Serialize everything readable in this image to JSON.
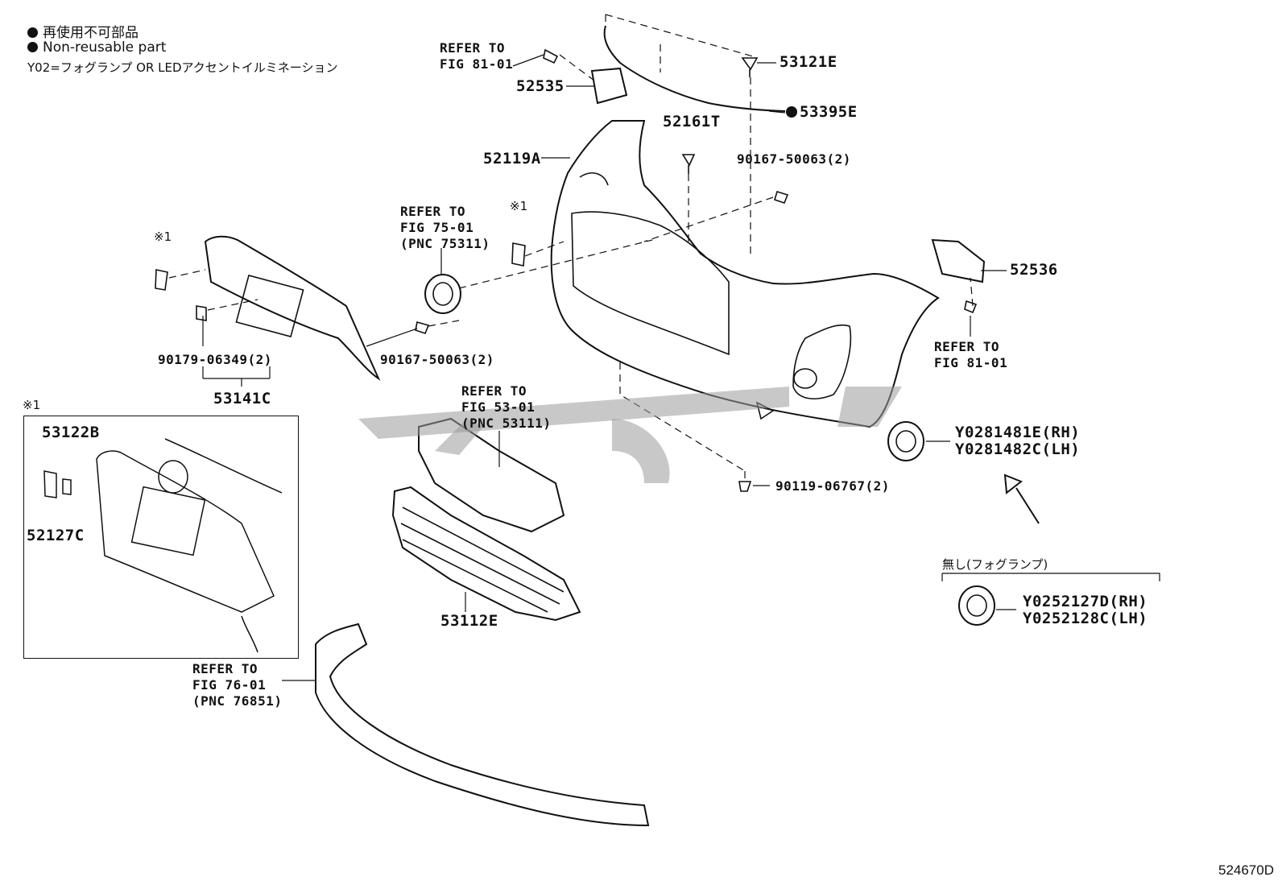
{
  "legend": {
    "line1": "再使用不可部品",
    "line2": "Non-reusable part",
    "line3": "Y02=フォグランプ OR LEDアクセントイルミネーション"
  },
  "parts": {
    "p53121E": "53121E",
    "p53395E": "53395E",
    "p52535": "52535",
    "p52161T": "52161T",
    "p52119A": "52119A",
    "p90167_top": "90167-50063(2)",
    "p52536": "52536",
    "p90179": "90179-06349(2)",
    "p90167_mid": "90167-50063(2)",
    "p53141C": "53141C",
    "p53122B": "53122B",
    "p52127C": "52127C",
    "p53112E": "53112E",
    "p90119": "90119-06767(2)",
    "pY0281481E": "Y0281481E(RH)",
    "pY0281482C": "Y0281482C(LH)",
    "pY0252127D": "Y0252127D(RH)",
    "pY0252128C": "Y0252128C(LH)"
  },
  "refs": {
    "r81_top": "REFER TO\nFIG 81-01",
    "r75": "REFER TO\nFIG 75-01\n(PNC 75311)",
    "r81_right": "REFER TO\nFIG 81-01",
    "r53": "REFER TO\nFIG 53-01\n(PNC 53111)",
    "r76": "REFER TO\nFIG 76-01\n(PNC 76851)"
  },
  "marks": {
    "note1_a": "※1",
    "note1_b": "※1",
    "note1_inset": "※1"
  },
  "variant": {
    "label": "無し(フォグランプ)"
  },
  "doc_id": "524670D"
}
